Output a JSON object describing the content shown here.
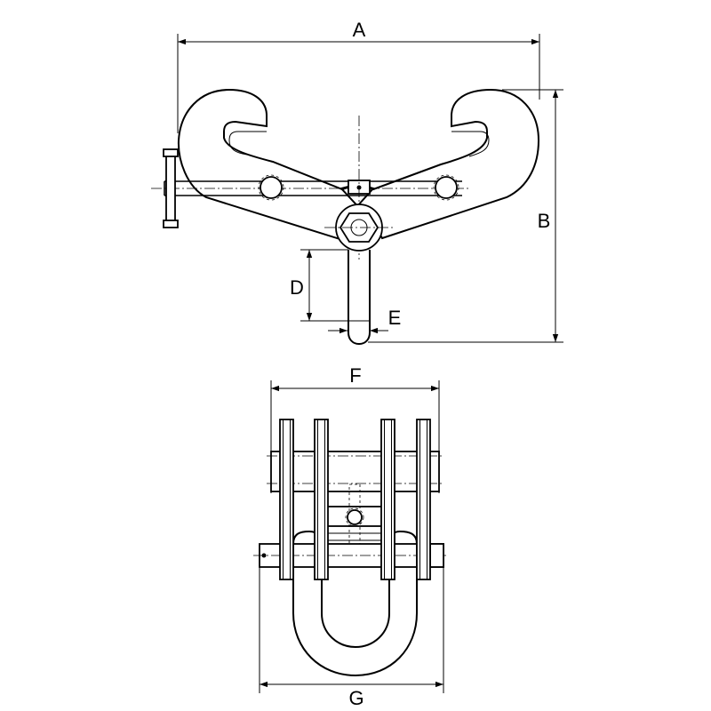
{
  "dimensions": {
    "A": "A",
    "B": "B",
    "D": "D",
    "E": "E",
    "F": "F",
    "G": "G"
  }
}
